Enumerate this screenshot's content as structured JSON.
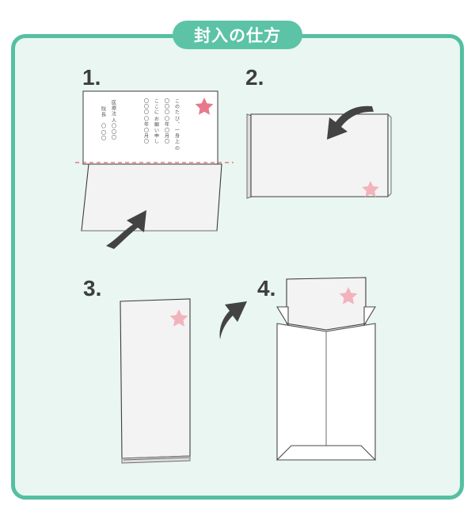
{
  "title": {
    "text": "封入の仕方"
  },
  "theme": {
    "border_color": "#55bfa1",
    "panel_bg": "#e9f6f1",
    "badge_bg": "#5cc3a6",
    "badge_text_color": "#ffffff",
    "step_number_color": "#3e3e3e",
    "paper_fill": "#f4f3f3",
    "paper_stroke": "#3c3c3c",
    "fold_line_color": "#e4606a",
    "arrow_color": "#434343",
    "star_strong": "#e8798c",
    "star_light": "#f2b3bd",
    "page_bg": "#ffffff"
  },
  "steps": [
    {
      "number": "1.",
      "caption": "",
      "star": "star-icon",
      "arrow": "curved-arrow-up",
      "fold_line": "dashed-fold-line"
    },
    {
      "number": "2.",
      "caption": "",
      "star": "star-icon",
      "arrow": "curved-arrow-down"
    },
    {
      "number": "3.",
      "caption": "",
      "star": "star-icon",
      "arrow": "curved-arrow-up-left"
    },
    {
      "number": "4.",
      "caption": "",
      "star": "star-icon",
      "object": "envelope"
    }
  ],
  "letter_text": {
    "columns": [
      "このたび、一身上の",
      "〇〇〇〇年〇月〇",
      "ここにお願い申し",
      "〇〇〇〇年〇月〇"
    ],
    "signature": [
      "医療法人〇〇〇",
      "院長 〇〇〇"
    ]
  }
}
